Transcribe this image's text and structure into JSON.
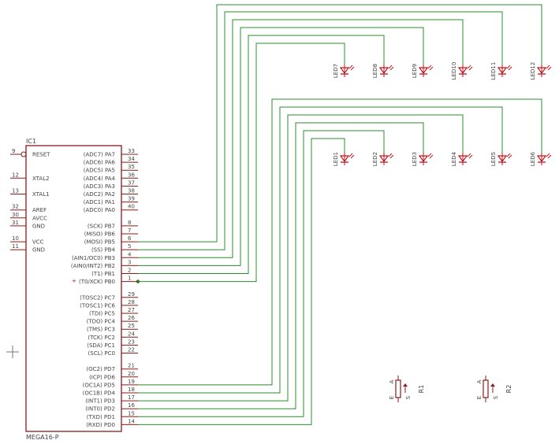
{
  "ic": {
    "name": "IC1",
    "part": "MEGA16-P",
    "left_pins": [
      {
        "num": "9",
        "label": "RESET",
        "row": 0
      },
      {
        "num": "12",
        "label": "XTAL2",
        "row": 3
      },
      {
        "num": "13",
        "label": "XTAL1",
        "row": 5
      },
      {
        "num": "32",
        "label": "AREF",
        "row": 7
      },
      {
        "num": "30",
        "label": "AVCC",
        "row": 8
      },
      {
        "num": "31",
        "label": "GND",
        "row": 9
      },
      {
        "num": "10",
        "label": "VCC",
        "row": 11
      },
      {
        "num": "11",
        "label": "GND",
        "row": 12
      }
    ],
    "right_pins": [
      {
        "num": "33",
        "label": "(ADC7) PA7",
        "row": 0
      },
      {
        "num": "34",
        "label": "(ADC6) PA6",
        "row": 1
      },
      {
        "num": "35",
        "label": "(ADC5) PA5",
        "row": 2
      },
      {
        "num": "36",
        "label": "(ADC4) PA4",
        "row": 3
      },
      {
        "num": "37",
        "label": "(ADC3) PA3",
        "row": 4
      },
      {
        "num": "38",
        "label": "(ADC2) PA2",
        "row": 5
      },
      {
        "num": "39",
        "label": "(ADC1) PA1",
        "row": 6
      },
      {
        "num": "40",
        "label": "(ADC0) PA0",
        "row": 7
      },
      {
        "num": "8",
        "label": "(SCK) PB7",
        "row": 9
      },
      {
        "num": "7",
        "label": "(MISO) PB6",
        "row": 10
      },
      {
        "num": "6",
        "label": "(MOSI) PB5",
        "row": 11
      },
      {
        "num": "5",
        "label": "(SS) PB4",
        "row": 12
      },
      {
        "num": "4",
        "label": "(AIN1/OC0) PB3",
        "row": 13
      },
      {
        "num": "3",
        "label": "(AIN0/INT2) PB2",
        "row": 14
      },
      {
        "num": "2",
        "label": "(T1) PB1",
        "row": 15
      },
      {
        "num": "1",
        "label": "(T0/XCK) PB0",
        "row": 16
      },
      {
        "num": "29",
        "label": "(TOSC2) PC7",
        "row": 18
      },
      {
        "num": "28",
        "label": "(TOSC1) PC6",
        "row": 19
      },
      {
        "num": "27",
        "label": "(TDI) PC5",
        "row": 20
      },
      {
        "num": "26",
        "label": "(TDO) PC4",
        "row": 21
      },
      {
        "num": "25",
        "label": "(TMS) PC3",
        "row": 22
      },
      {
        "num": "24",
        "label": "(TCK) PC2",
        "row": 23
      },
      {
        "num": "23",
        "label": "(SDA) PC1",
        "row": 24
      },
      {
        "num": "22",
        "label": "(SCL) PC0",
        "row": 25
      },
      {
        "num": "21",
        "label": "(OC2) PD7",
        "row": 27
      },
      {
        "num": "20",
        "label": "(ICP) PD6",
        "row": 28
      },
      {
        "num": "19",
        "label": "(OC1A) PD5",
        "row": 29
      },
      {
        "num": "18",
        "label": "(OC1B) PD4",
        "row": 30
      },
      {
        "num": "17",
        "label": "(INT1) PD3",
        "row": 31
      },
      {
        "num": "16",
        "label": "(INT0) PD2",
        "row": 32
      },
      {
        "num": "15",
        "label": "(TXD) PD1",
        "row": 33
      },
      {
        "num": "14",
        "label": "(RXD) PD0",
        "row": 34
      }
    ]
  },
  "leds_top": [
    "LED7",
    "LED8",
    "LED9",
    "LED10",
    "LED11",
    "LED12"
  ],
  "leds_bottom": [
    "LED1",
    "LED2",
    "LED3",
    "LED4",
    "LED5",
    "LED6"
  ],
  "resistors": [
    {
      "name": "R1",
      "pin_a": "A",
      "pin_e": "E",
      "pin_s": "S"
    },
    {
      "name": "R2",
      "pin_a": "A",
      "pin_e": "E",
      "pin_s": "S"
    }
  ],
  "marker": "+",
  "colors": {
    "outline": "#8b1a1a",
    "wire": "#2e8b2e",
    "led": "#c0141a",
    "text": "#444444"
  }
}
